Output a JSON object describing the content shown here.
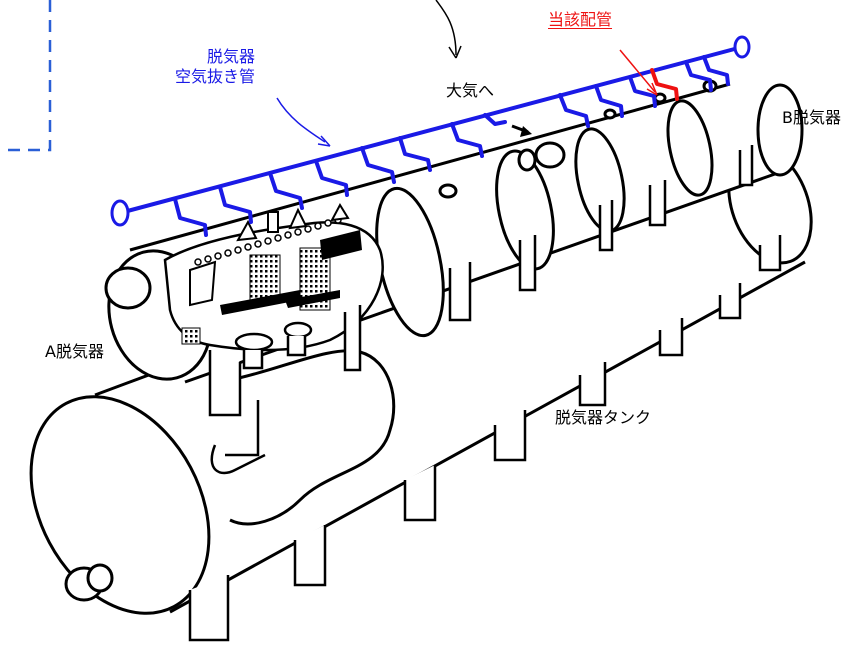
{
  "labels": {
    "vent_pipe_line1": "脱気器",
    "vent_pipe_line2": "空気抜き管",
    "to_atmosphere": "大気へ",
    "target_pipe": "当該配管",
    "deaerator_b": "B脱気器",
    "deaerator_a": "A脱気器",
    "deaerator_tank": "脱気器タンク"
  },
  "colors": {
    "vent_pipe": "#1a1ae6",
    "target_pipe": "#ee1111",
    "outline": "#000000",
    "callout_box": "#2a5fd6"
  }
}
